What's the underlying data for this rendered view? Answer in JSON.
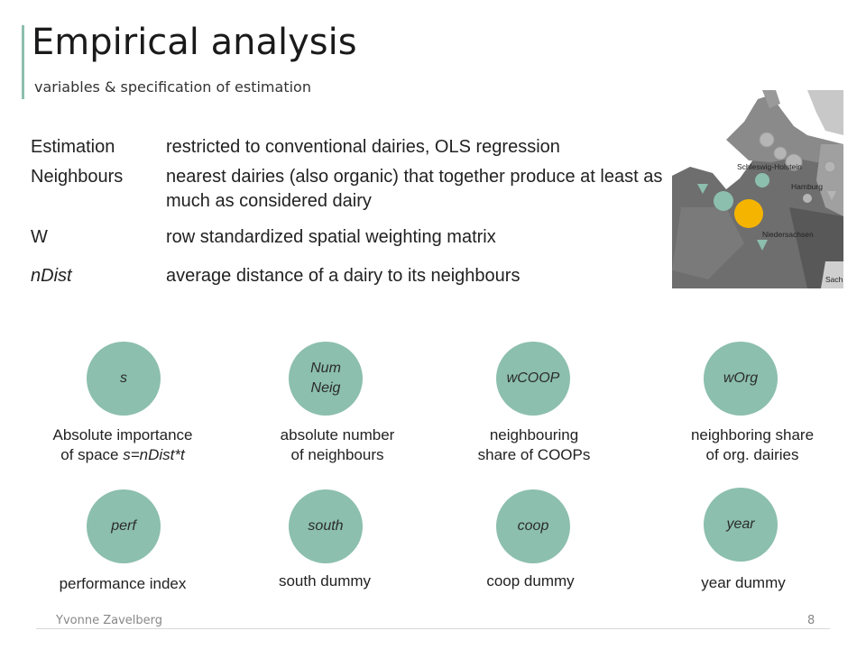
{
  "slide": {
    "title": "Empirical analysis",
    "subtitle": "variables & specification of estimation",
    "page_number": "8",
    "author": "Yvonne Zavelberg",
    "accent_color": "#8cbfad"
  },
  "definitions": [
    {
      "term": "Estimation",
      "text": "restricted to conventional dairies, OLS regression"
    },
    {
      "term": "Neighbours",
      "text": "nearest dairies (also organic) that together produce at least as much as considered dairy"
    },
    {
      "term": "W",
      "text": "row standardized spatial weighting matrix"
    },
    {
      "term": "nDist",
      "text": "average distance of a dairy to its neighbours"
    }
  ],
  "map": {
    "label_schleswig": "Schleswig-Holstein",
    "label_hamburg": "Hamburg",
    "label_niedersachsen": "Niedersachsen",
    "label_sach": "Sach"
  },
  "variables": [
    {
      "symbol": "s",
      "caption_line1": "Absolute importance",
      "caption_line2": "of space s=nDist*t"
    },
    {
      "symbol_line1": "Num",
      "symbol_line2": "Neig",
      "caption_line1": "absolute number",
      "caption_line2": "of neighbours"
    },
    {
      "symbol": "wCOOP",
      "caption_line1": "neighbouring",
      "caption_line2": "share of COOPs"
    },
    {
      "symbol": "wOrg",
      "caption_line1": "neighboring share",
      "caption_line2": "of org. dairies"
    },
    {
      "symbol": "perf",
      "caption_line1": "performance index"
    },
    {
      "symbol": "south",
      "caption_line1": "south dummy"
    },
    {
      "symbol": "coop",
      "caption_line1": "coop dummy"
    },
    {
      "symbol": "year",
      "caption_line1": "year dummy"
    }
  ]
}
